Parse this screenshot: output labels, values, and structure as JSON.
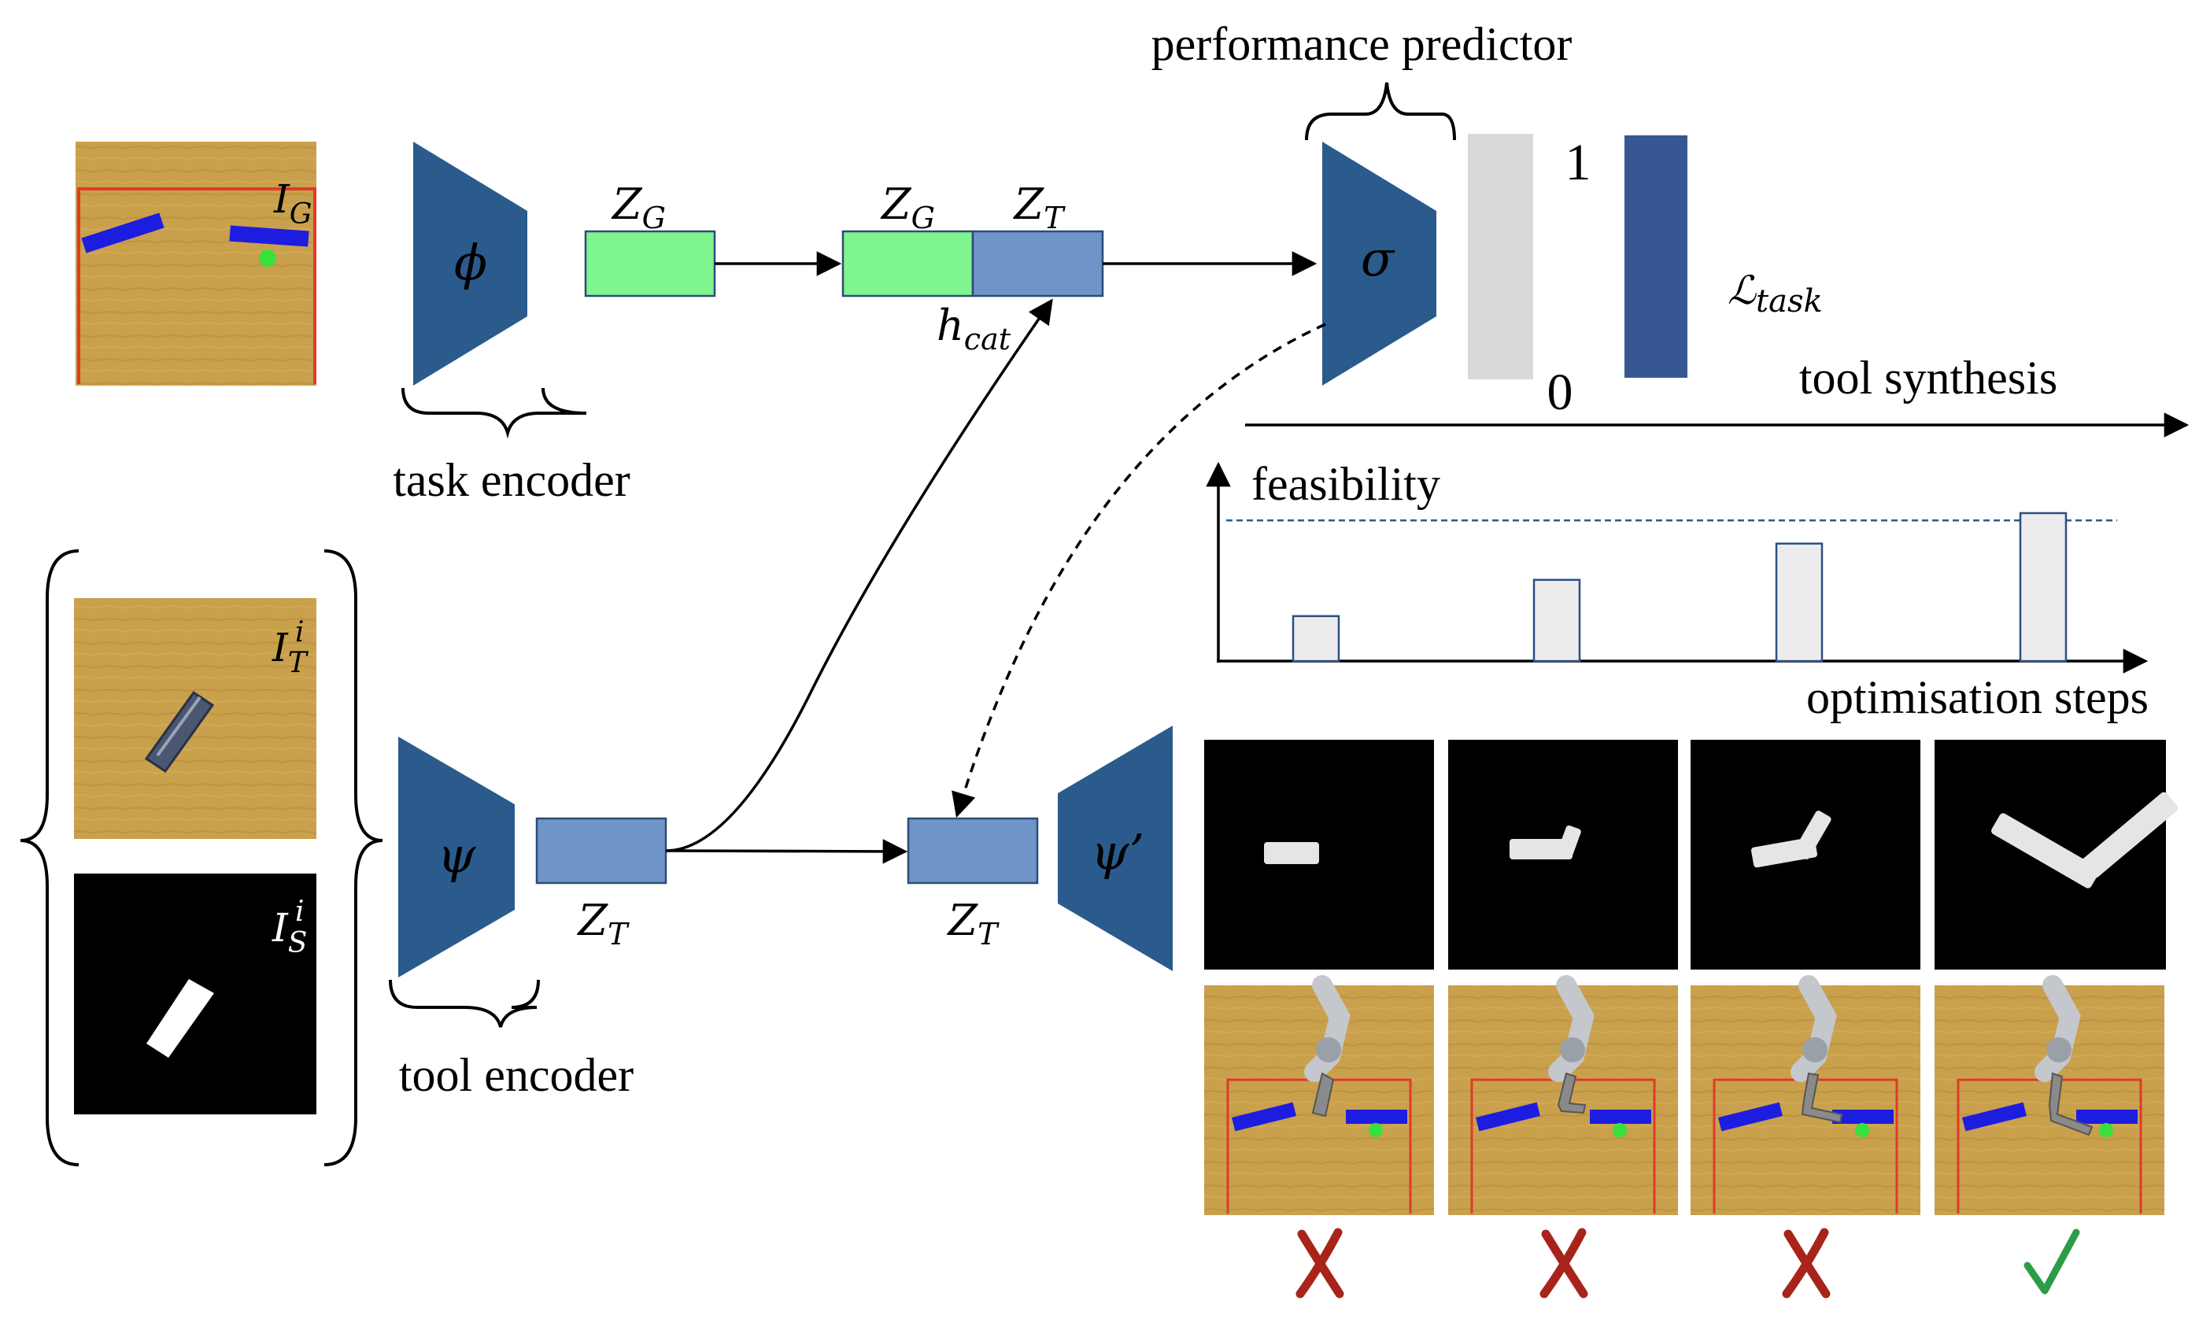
{
  "labels": {
    "performance_predictor": "performance predictor",
    "task_encoder": "task encoder",
    "tool_encoder": "tool encoder",
    "tool_synthesis": "tool synthesis",
    "feasibility": "feasibility",
    "optimisation_steps": "optimisation steps",
    "one": "1",
    "zero": "0"
  },
  "symbols": {
    "phi": "ϕ",
    "psi": "ψ",
    "psi_prime": "ψ’",
    "sigma": "σ",
    "z": "Z",
    "sub_g": "G",
    "sub_t": "T",
    "h": "h",
    "cat": "cat",
    "loss": "ℒ",
    "task": "task",
    "img_I": "I",
    "sup_i": "i",
    "sub_s": "S"
  },
  "colors": {
    "encoder_blue": "#2b5b8d",
    "latent_task_green": "#7ef58f",
    "latent_tool_blue": "#6f94c8",
    "bar_gray": "#d9d9d9",
    "loss_bar_blue": "#365792",
    "cross_red": "#a8241b",
    "check_green": "#2d9c46",
    "wood": "#c9a04c",
    "goal_green": "#37e13a",
    "obstacle_blue": "#1d1de0"
  },
  "chart_data": {
    "type": "bar",
    "xlabel": "optimisation steps",
    "ylabel": "feasibility",
    "categories": [
      "",
      "",
      "",
      ""
    ],
    "values": [
      0.31,
      0.56,
      0.81,
      1.02
    ],
    "threshold": 0.97,
    "ylim": [
      0,
      1.1
    ],
    "grid": false
  },
  "results": [
    "fail",
    "fail",
    "fail",
    "success"
  ]
}
